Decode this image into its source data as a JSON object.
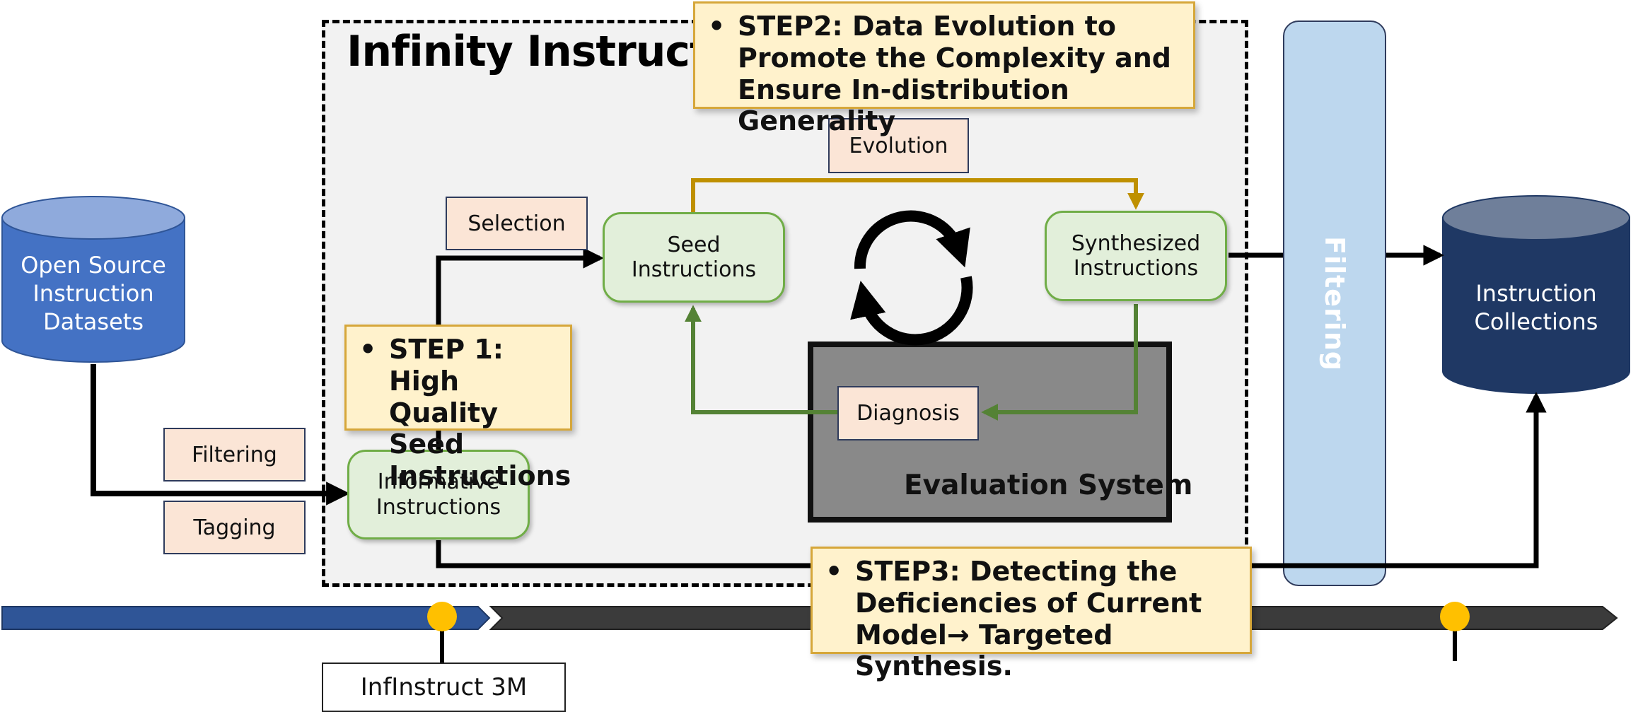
{
  "title": "Infinity Instruct",
  "sources": {
    "open_source": "Open Source\nInstruction\nDatasets",
    "collections": "Instruction\nCollections"
  },
  "labels": {
    "filtering": "Filtering",
    "tagging": "Tagging",
    "selection": "Selection",
    "evolution": "Evolution",
    "diagnosis": "Diagnosis"
  },
  "nodes": {
    "seed": "Seed\nInstructions",
    "synthesized": "Synthesized\nInstructions",
    "informative": "Informative\nInstructions"
  },
  "steps": {
    "bullet": "•",
    "step1": "STEP 1: High\nQuality Seed\nInstructions",
    "step2": "STEP2:  Data Evolution to\nPromote the Complexity and\nEnsure In-distribution Generality",
    "step3": "STEP3: Detecting the\nDeficiencies of Current\nModel→ Targeted Synthesis."
  },
  "evaluation_system": "Evaluation System",
  "filter_bar": "Filtering",
  "milestone": "InfInstruct 3M",
  "colors": {
    "blue_cylinder": "#4472c4",
    "navy_cylinder": "#1f3864",
    "evolution_arrow": "#bf9000",
    "diagnosis_arrow": "#548235",
    "timeline_blue": "#2f5597",
    "timeline_dark": "#3b3b3b",
    "milestone_dot": "#ffc000"
  }
}
